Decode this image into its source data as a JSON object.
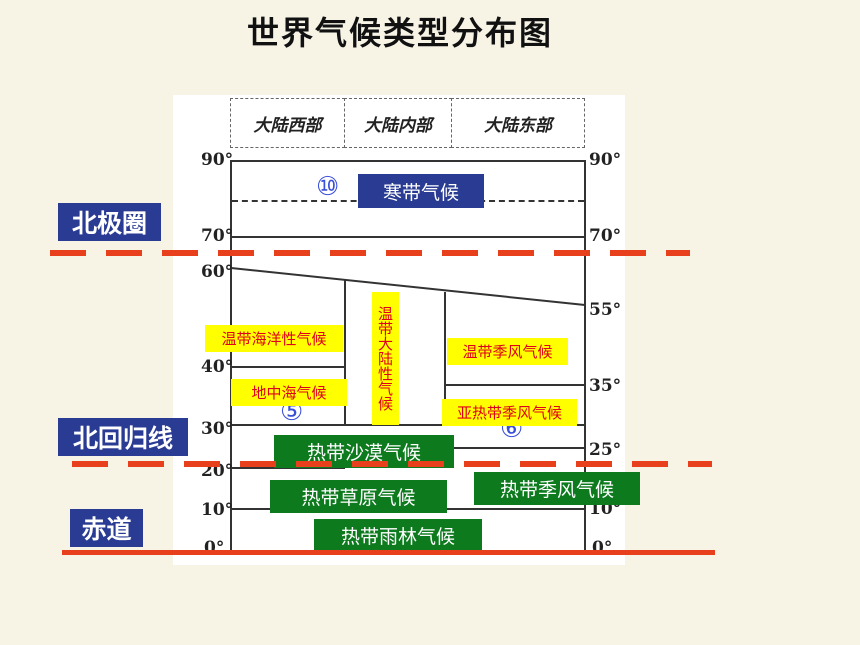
{
  "title": "世界气候类型分布图",
  "regions": {
    "west": "大陆西部",
    "interior": "大陆内部",
    "east": "大陆东部"
  },
  "lat_labels": {
    "left": [
      "90°",
      "70°",
      "60°",
      "40°",
      "30°",
      "20°",
      "10°",
      "0°"
    ],
    "right": [
      "90°",
      "70°",
      "55°",
      "35°",
      "25°",
      "10°",
      "0°"
    ]
  },
  "circled_numbers": {
    "n10": "⑩",
    "n5": "⑤",
    "n6": "⑥"
  },
  "climates": {
    "frigid": "寒带气候",
    "temperate_maritime": "温带海洋性气候",
    "temperate_continental": "温带大陆性气候",
    "temperate_monsoon": "温带季风气候",
    "mediterranean": "地中海气候",
    "subtropical_monsoon": "亚热带季风气候",
    "tropical_desert": "热带沙漠气候",
    "tropical_savanna": "热带草原气候",
    "tropical_monsoon": "热带季风气候",
    "tropical_rainforest": "热带雨林气候"
  },
  "reference_lines": {
    "arctic_circle": "北极圈",
    "tropic_of_cancer": "北回归线",
    "equator": "赤道"
  },
  "colors": {
    "reference_line": "#e8401c",
    "navy_label": "#2a3b93",
    "green_label": "#0d7a1e",
    "yellow_label": "#ffff00",
    "red_text": "#e0001b"
  }
}
